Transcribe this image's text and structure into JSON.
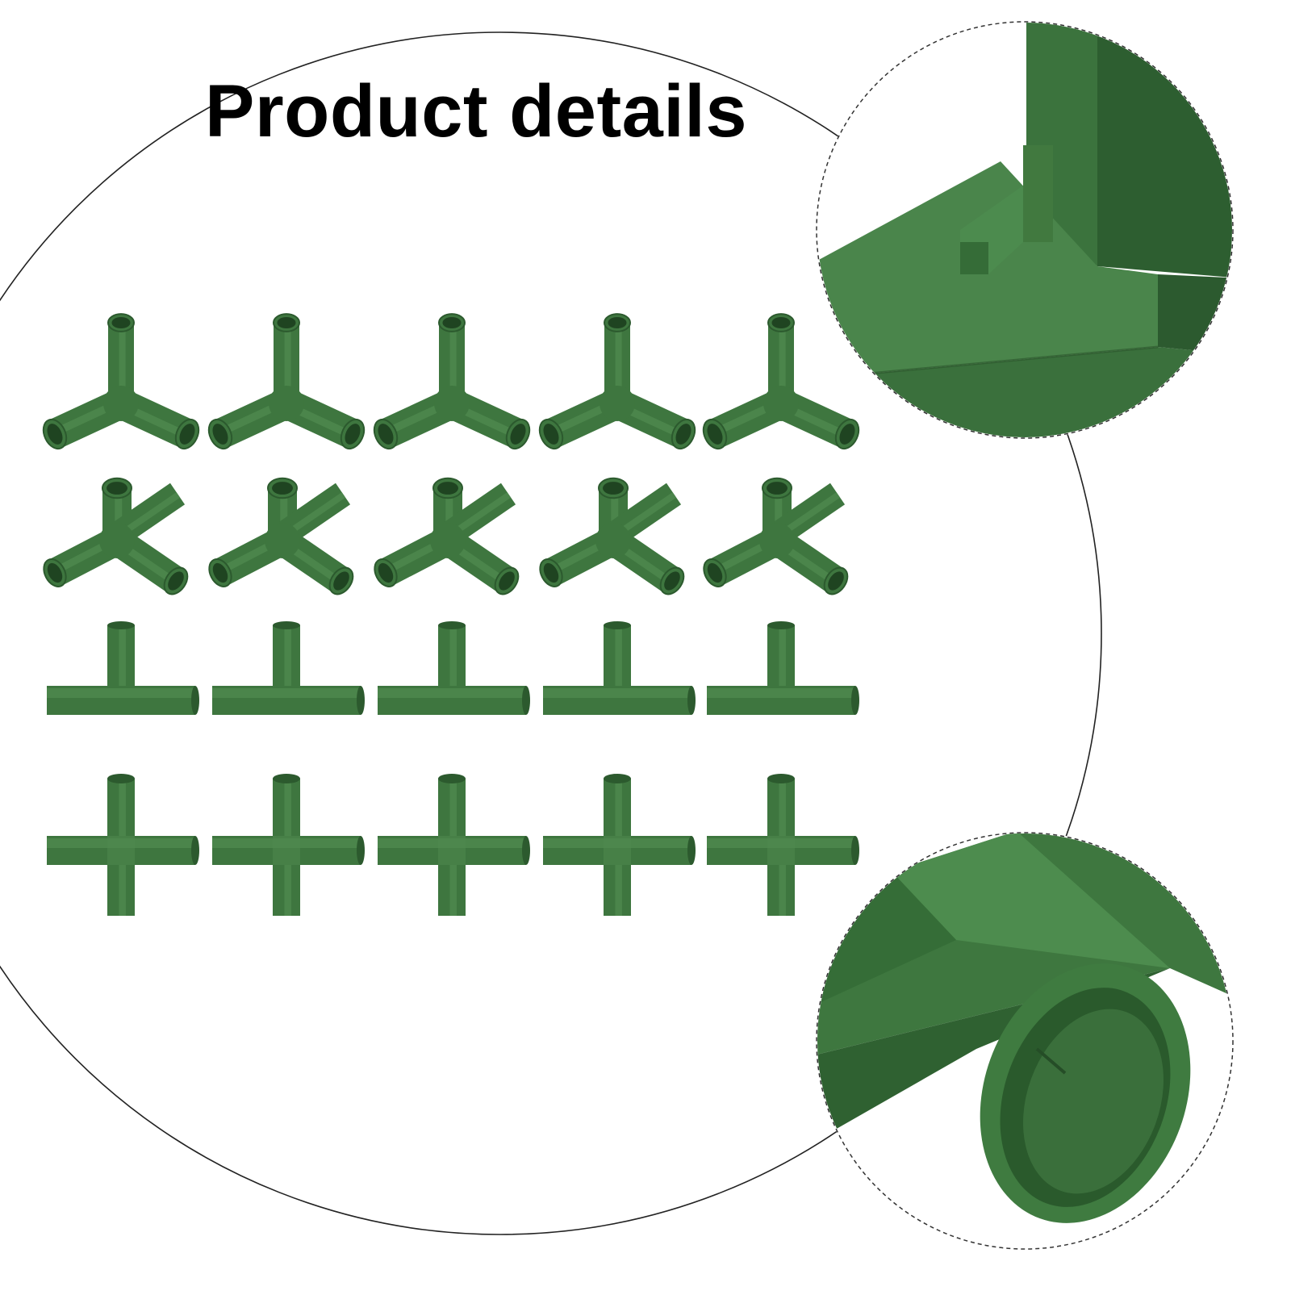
{
  "title": "Product details",
  "colors": {
    "background": "#ffffff",
    "outline": "#222222",
    "green_light": "#4f8a4f",
    "green_mid": "#3e763f",
    "green_dark": "#2c5a2e",
    "green_shadow": "#1f4421"
  },
  "grid": {
    "rows": [
      {
        "name": "three-way-y-connector",
        "count": 5
      },
      {
        "name": "four-way-corner-connector",
        "count": 5
      },
      {
        "name": "tee-connector",
        "count": 5
      },
      {
        "name": "cross-connector",
        "count": 5
      }
    ]
  },
  "zoom_views": [
    {
      "name": "zoom-joint-detail"
    },
    {
      "name": "zoom-tube-opening-detail"
    }
  ]
}
